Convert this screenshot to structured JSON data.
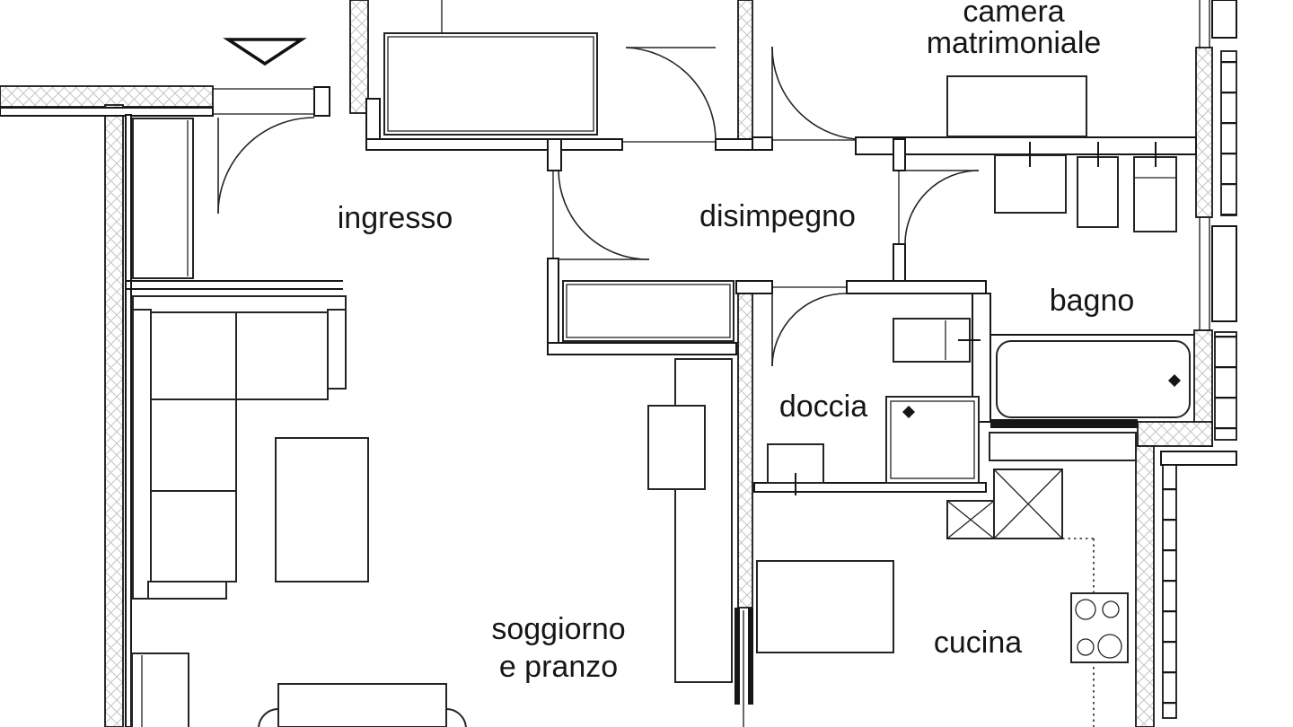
{
  "plan": {
    "type": "apartment-floor-plan",
    "rooms": {
      "ingresso": {
        "label": "ingresso"
      },
      "disimpegno": {
        "label": "disimpegno"
      },
      "camera_matrimoniale": {
        "line1": "camera",
        "line2": "matrimoniale"
      },
      "bagno": {
        "label": "bagno"
      },
      "doccia": {
        "label": "doccia"
      },
      "soggiorno_pranzo": {
        "line1": "soggiorno",
        "line2": "e pranzo"
      },
      "cucina": {
        "label": "cucina"
      }
    },
    "colors": {
      "line": "#161616",
      "hatch": "#c5c5c5",
      "background": "#ffffff"
    }
  }
}
